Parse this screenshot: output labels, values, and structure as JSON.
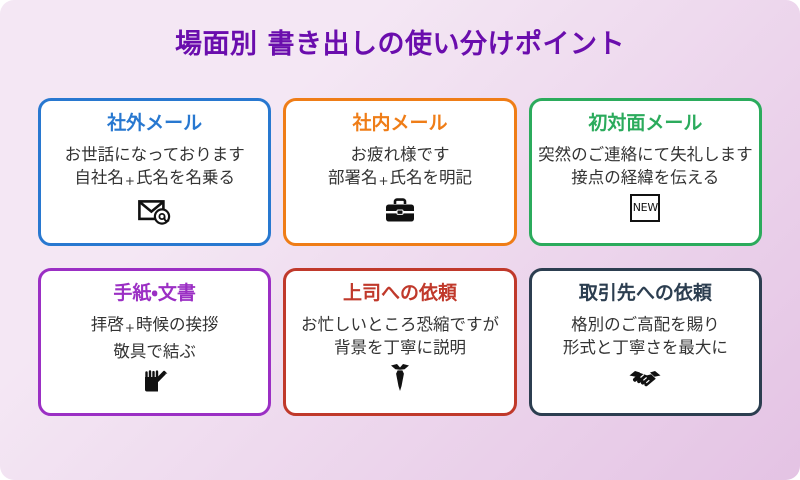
{
  "page": {
    "title": "場面別 書き出しの使い分けポイント",
    "title_color": "#6a0dad",
    "background_start": "#f4e7f4",
    "background_end": "#e4c3e4"
  },
  "cards": [
    {
      "title": "社外メール",
      "color": "#2878d0",
      "line1": "お世話になっております",
      "line2_a": "自社名",
      "line2_plus": "+",
      "line2_b": "氏名を名乗る",
      "icon": "email-at-icon"
    },
    {
      "title": "社内メール",
      "color": "#ef7d17",
      "line1": "お疲れ様です",
      "line2_a": "部署名",
      "line2_plus": "+",
      "line2_b": "氏名を明記",
      "icon": "briefcase-icon"
    },
    {
      "title": "初対面メール",
      "color": "#2bab5c",
      "line1": "突然のご連絡にて失礼します",
      "line2_a": "接点の経緯を伝える",
      "line2_plus": "",
      "line2_b": "",
      "icon": "new-badge-icon",
      "icon_label": "NEW"
    },
    {
      "title": "手紙・文書",
      "color": "#9b2fc4",
      "line1_a": "拝啓",
      "line1_plus": "+",
      "line1_b": "時候の挨拶",
      "line2_a": "敬具で結ぶ",
      "line2_plus": "",
      "line2_b": "",
      "icon": "memo-writing-hand-icon"
    },
    {
      "title": "上司への依頼",
      "color": "#c0392b",
      "line1": "お忙しいところ恐縮ですが",
      "line2_a": "背景を丁寧に説明",
      "line2_plus": "",
      "line2_b": "",
      "icon": "necktie-icon"
    },
    {
      "title": "取引先への依頼",
      "color": "#2c3e50",
      "line1": "格別のご高配を賜り",
      "line2_a": "形式と丁寧さを最大に",
      "line2_plus": "",
      "line2_b": "",
      "icon": "handshake-icon"
    }
  ]
}
